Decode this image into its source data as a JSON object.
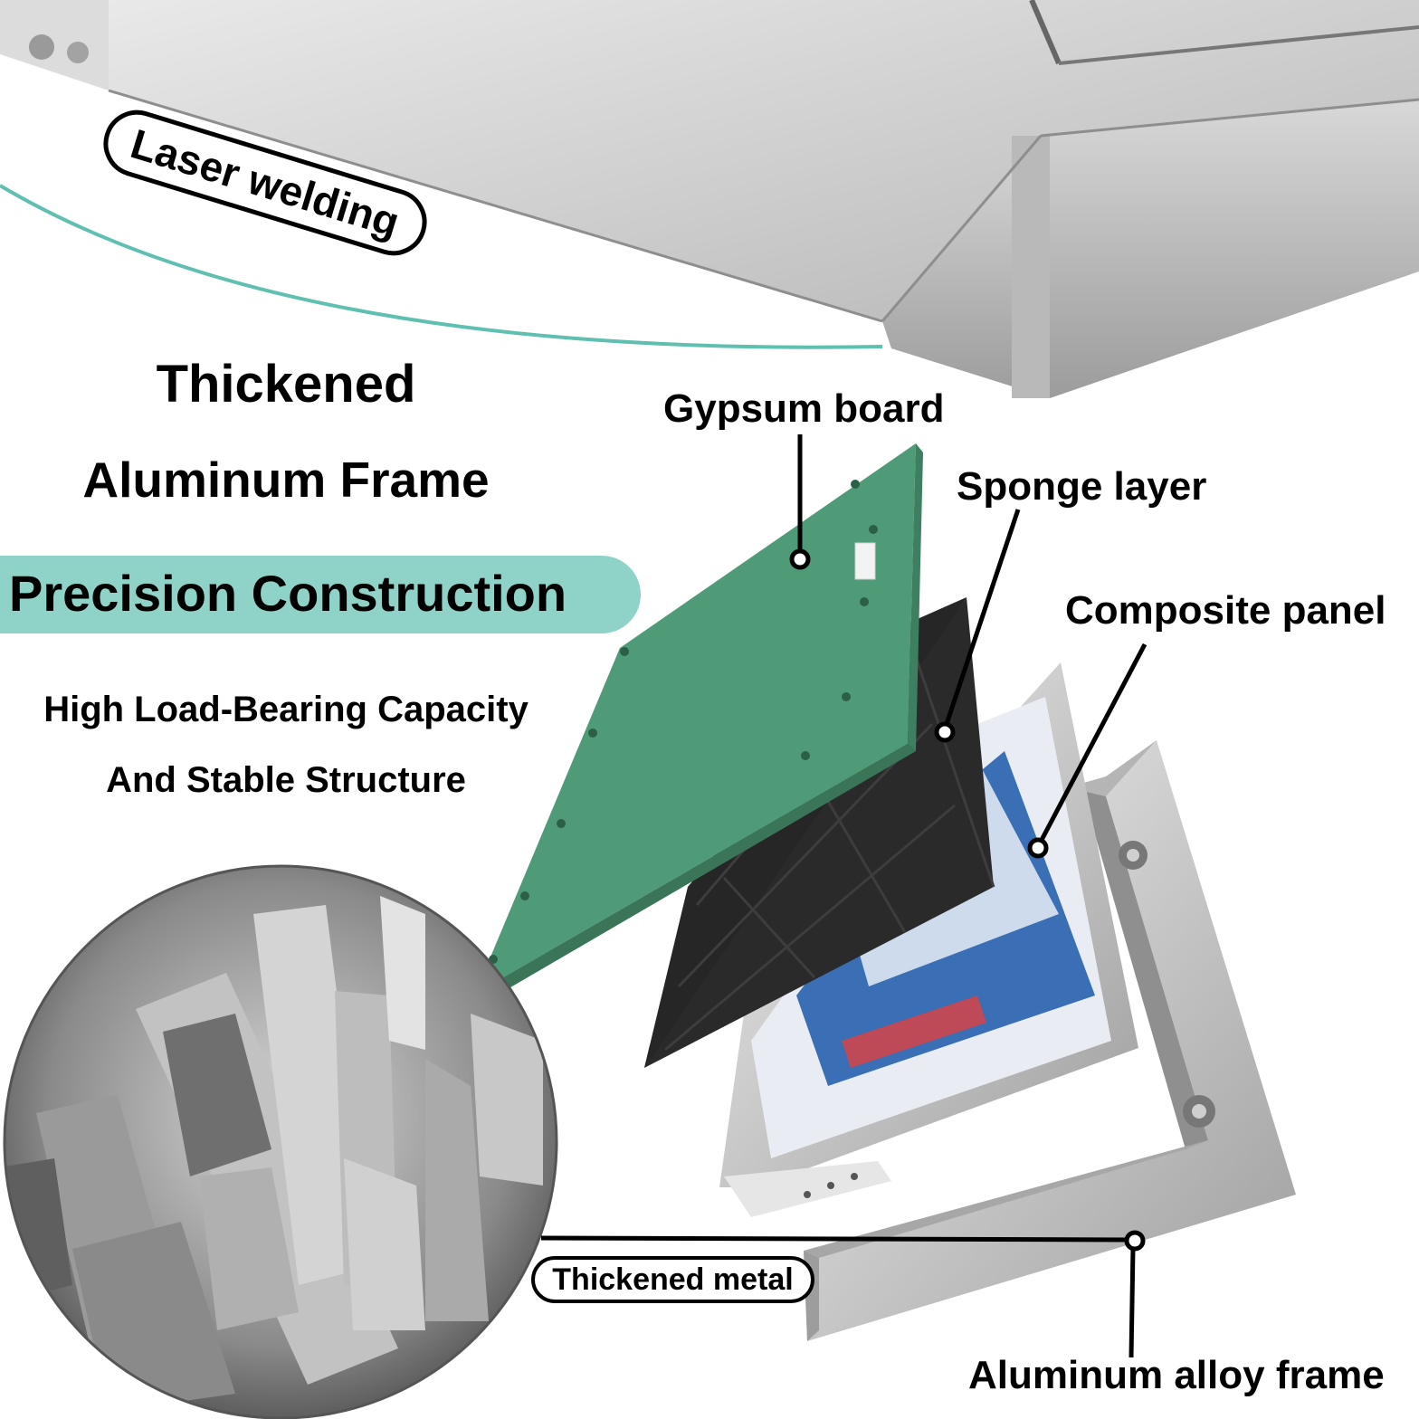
{
  "headline": {
    "line1": "Thickened",
    "line2": "Aluminum Frame"
  },
  "banner": {
    "text": "Precision Construction",
    "color": "#8fd3c8"
  },
  "subtext": {
    "line1": "High Load-Bearing Capacity",
    "line2": "And Stable Structure"
  },
  "callouts": {
    "laser_welding": "Laser welding",
    "gypsum_board": "Gypsum board",
    "sponge_layer": "Sponge layer",
    "composite_panel": "Composite panel",
    "thickened_metal": "Thickened metal",
    "aluminum_alloy_frame": "Aluminum alloy frame"
  },
  "colors": {
    "gypsum_green": "#4f9a77",
    "sponge_black": "#2a2a2a",
    "aluminum": "#c9c9c9",
    "accent_teal": "#5fbfb0",
    "panel_blue": "#3a6fb5"
  }
}
